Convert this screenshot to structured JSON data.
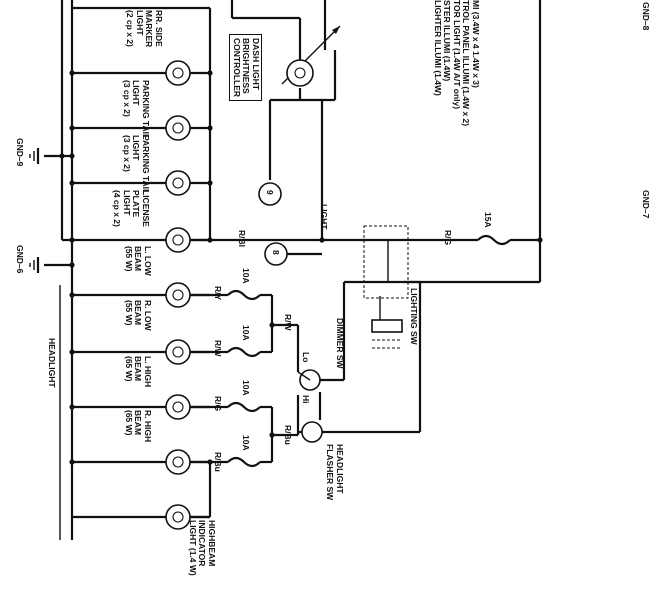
{
  "top_list": [
    "MI (3.4W x 4 1.4W x 3)",
    "TROL PANEL ILLUMI (1.4W x 2)",
    "TOR LIGHT (1.4W A/T only)",
    "STER ILLUMI (1.4W)",
    "LIGHTER ILLUMI (1.4W)"
  ],
  "grounds": {
    "gnd6": "GND–6",
    "gnd7": "GND–7",
    "gnd8": "GND–8",
    "gnd9": "GND–9"
  },
  "components": {
    "rr_side_marker": "RR. SIDE\nMARKER\nLIGHT\n(2 cp x 2)",
    "parking_tail": "PARKING TAIL\nLIGHT\n(3 cp x 2)",
    "parking_tail2": "PARKING TAIL\nLIGHT\n(3 cp x 2)",
    "license_plate": "LICENSE\nPLATE\nLIGHT\n(4 cp x 2)",
    "l_low_beam": "L. LOW\nBEAM\n(55 W)",
    "r_low_beam": "R. LOW\nBEAM\n(55 W)",
    "l_high_beam": "L. HIGH\nBEAM\n(65 W)",
    "r_high_beam": "R. HIGH\nBEAM\n(65 W)",
    "highbeam_indicator": "HIGHBEAM\nINDICATOR\nLIGHT (1.4 W)",
    "dash_controller": "DASH LIGHT\nBRIGHTNESS\nCONTROLLER",
    "lighting_sw": "LIGHTING SW",
    "dimmer_sw": "DIMMER SW",
    "headlight_flasher_sw": "HEADLIGHT\nFLASHER SW",
    "light": "LIGHT",
    "headlight_group": "HEADLIGHT"
  },
  "wires": {
    "r_bl": "R/Bl",
    "r_g": "R/G",
    "r_y": "R/Y",
    "r_w": "R/W",
    "r_w2": "R/W",
    "r_g2": "R/G",
    "r_bu": "R/Bu",
    "r_bu2": "R/Bu"
  },
  "fuses": {
    "f15": "15A",
    "f10a": "10A",
    "f10b": "10A",
    "f10c": "10A",
    "f10d": "10A"
  },
  "switch_positions": {
    "lo": "Lo",
    "hi": "Hi"
  },
  "connectors": {
    "c8": "8",
    "c9": "9"
  }
}
